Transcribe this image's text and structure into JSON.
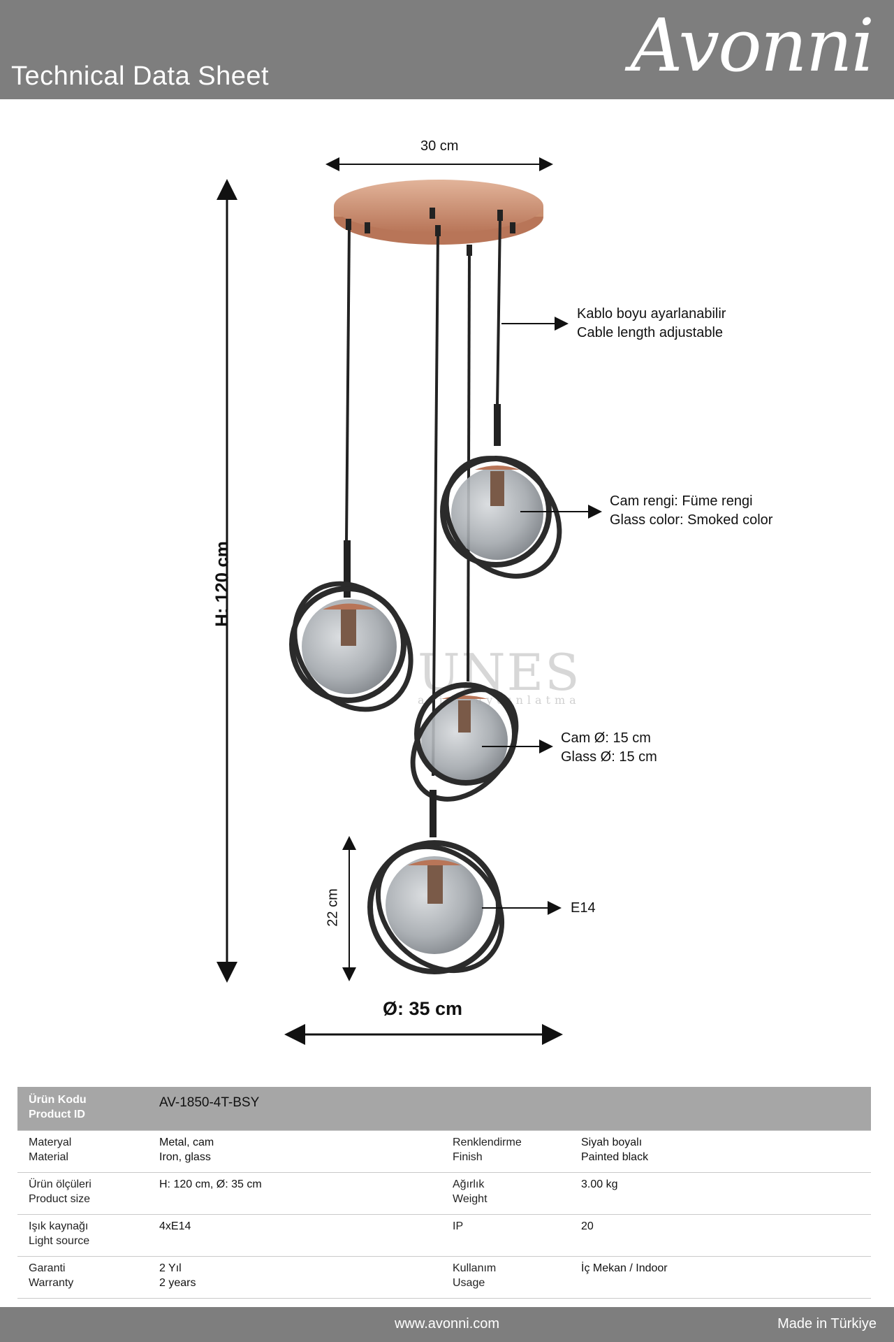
{
  "header": {
    "title": "Technical Data Sheet",
    "brand": "Avonni"
  },
  "diagram": {
    "dim_top": "30 cm",
    "dim_height": "H: 120 cm",
    "dim_globe_height": "22 cm",
    "dim_diameter": "Ø: 35 cm",
    "cable": [
      "Kablo boyu ayarlanabilir",
      "Cable length adjustable"
    ],
    "glass_color": [
      "Cam rengi: Füme rengi",
      "Glass color: Smoked color"
    ],
    "glass_size": [
      "Cam  Ø: 15 cm",
      "Glass Ø: 15 cm"
    ],
    "socket": "E14",
    "watermark": "UNES",
    "watermark_sub": "avize aydınlatma",
    "colors": {
      "copper": "#c98f6f",
      "frame": "#2b2b2b",
      "glass": "#9aa0a6"
    }
  },
  "specs": {
    "product_id": {
      "label_tr": "Ürün Kodu",
      "label_en": "Product ID",
      "value": "AV-1850-4T-BSY"
    },
    "rows": [
      {
        "l1_tr": "Materyal",
        "l1_en": "Material",
        "v1_tr": "Metal, cam",
        "v1_en": "Iron, glass",
        "l2_tr": "Renklendirme",
        "l2_en": "Finish",
        "v2_tr": "Siyah boyalı",
        "v2_en": "Painted black"
      },
      {
        "l1_tr": "Ürün ölçüleri",
        "l1_en": "Product size",
        "v1_tr": "H: 120 cm, Ø: 35 cm",
        "v1_en": "",
        "l2_tr": "Ağırlık",
        "l2_en": "Weight",
        "v2_tr": "3.00 kg",
        "v2_en": ""
      },
      {
        "l1_tr": "Işık kaynağı",
        "l1_en": "Light source",
        "v1_tr": "4xE14",
        "v1_en": "",
        "l2_tr": "IP",
        "l2_en": "",
        "v2_tr": "20",
        "v2_en": ""
      },
      {
        "l1_tr": "Garanti",
        "l1_en": "Warranty",
        "v1_tr": "2 Yıl",
        "v1_en": "2 years",
        "l2_tr": "Kullanım",
        "l2_en": "Usage",
        "v2_tr": "İç Mekan / Indoor",
        "v2_en": ""
      }
    ]
  },
  "footer": {
    "url": "www.avonni.com",
    "made": "Made in Türkiye"
  }
}
